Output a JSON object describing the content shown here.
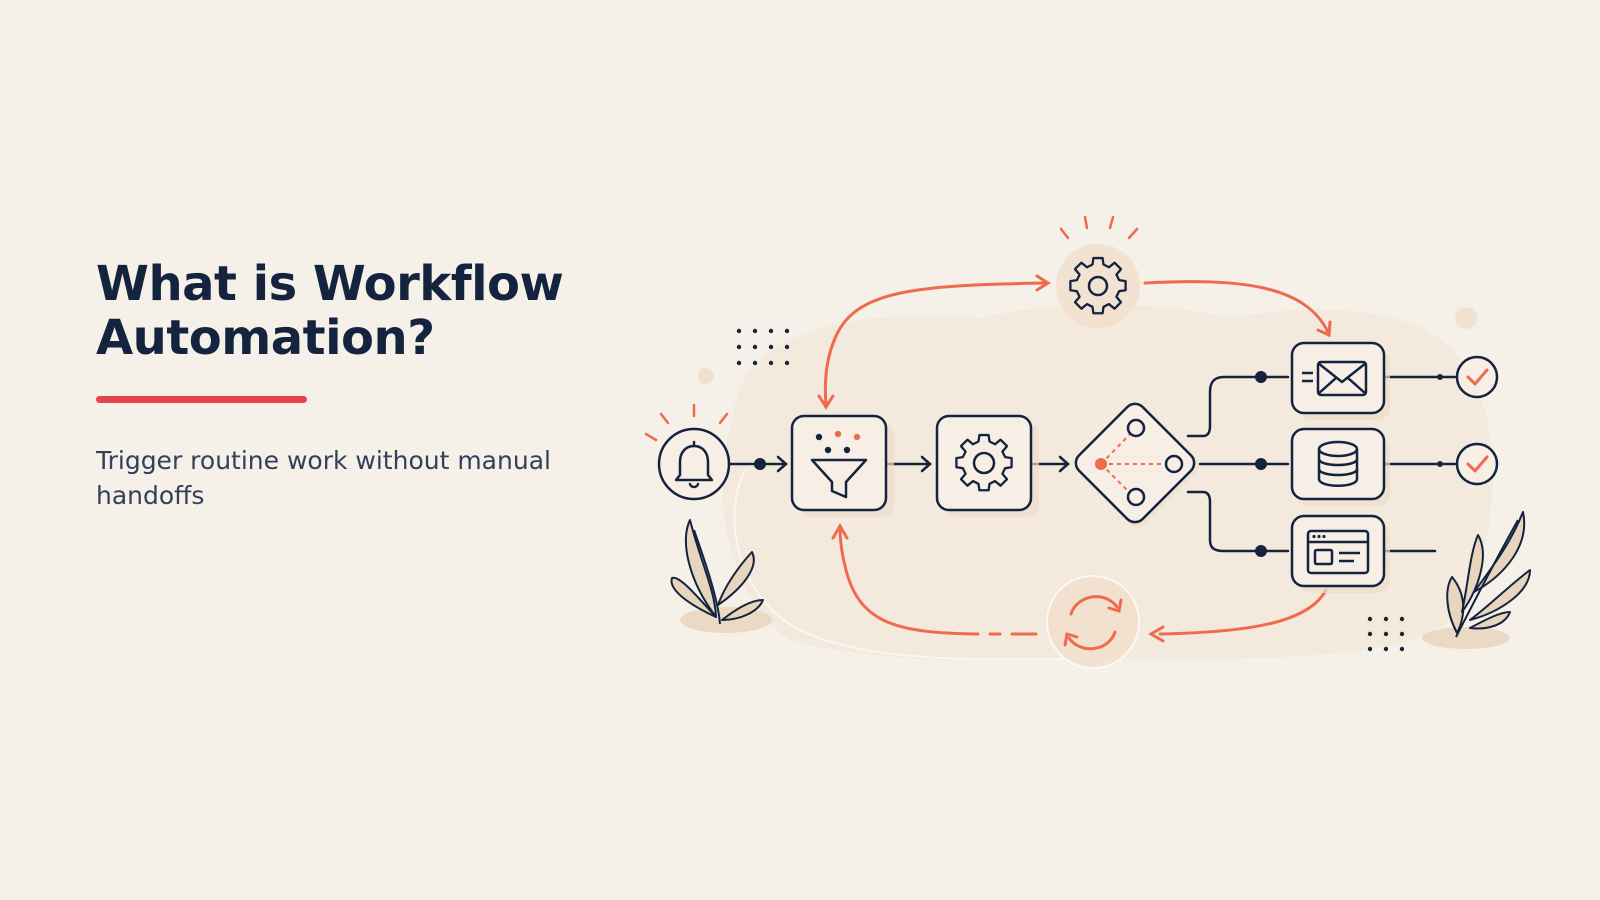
{
  "slide": {
    "title_line_1": "What is Workflow",
    "title_line_2": "Automation?",
    "subtitle": "Trigger routine work without manual handoffs"
  },
  "colors": {
    "background": "#f5f0e8",
    "navy": "#14243f",
    "accent_red": "#e8434c",
    "flow_orange": "#ef6b4e",
    "blob": "#f3e3d3",
    "leaf": "#e8d5bd"
  },
  "illustration": {
    "icons": [
      "bell-icon",
      "funnel-icon",
      "gear-icon",
      "decision-diamond-icon",
      "mail-icon",
      "database-icon",
      "browser-window-icon",
      "check-icon",
      "refresh-icon",
      "plant-icon"
    ]
  }
}
